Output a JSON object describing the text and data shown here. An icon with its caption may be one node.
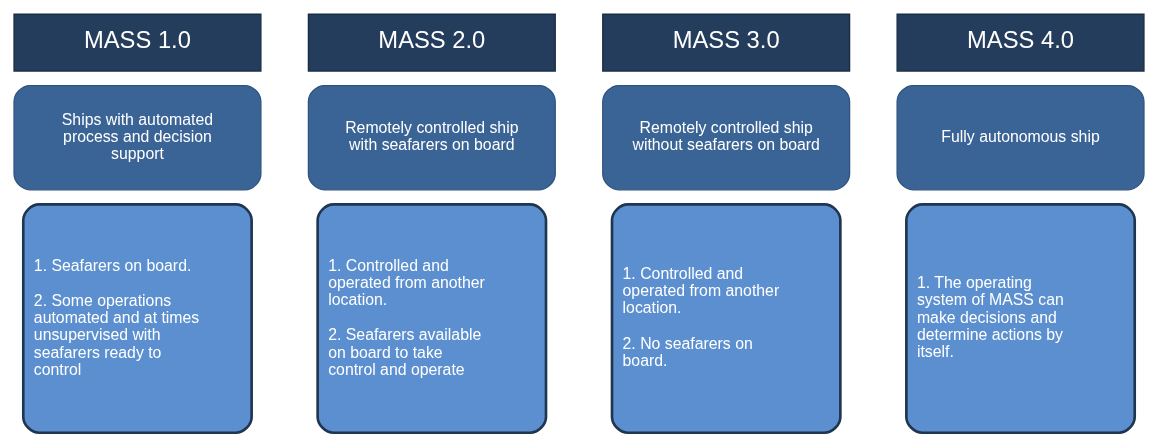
{
  "diagram": {
    "nodes": [
      {
        "text": [
          "MASS 1.0"
        ]
      },
      {
        "text": [
          "Ships with automated process and decision support"
        ]
      },
      {
        "text": [
          "1. Seafarers on board.",
          "2. Some operations automated and at times unsupervised with seafarers ready to control"
        ]
      },
      {
        "text": [
          "MASS 2.0"
        ]
      },
      {
        "text": [
          "Remotely controlled ship with seafarers on board"
        ]
      },
      {
        "text": [
          "1. Controlled and operated from another location.",
          "2. Seafarers available on board to take control and operate"
        ]
      },
      {
        "text": [
          "MASS 3.0"
        ]
      },
      {
        "text": [
          "Remotely controlled ship without seafarers on board"
        ]
      },
      {
        "text": [
          "1. Controlled and operated from another location.",
          "2. No seafarers on board."
        ]
      },
      {
        "text": [
          "MASS 4.0"
        ]
      },
      {
        "text": [
          "Fully autonomous ship"
        ]
      },
      {
        "text": [
          "1. The operating system of MASS can make decisions and determine actions by itself."
        ]
      }
    ],
    "edges": []
  }
}
